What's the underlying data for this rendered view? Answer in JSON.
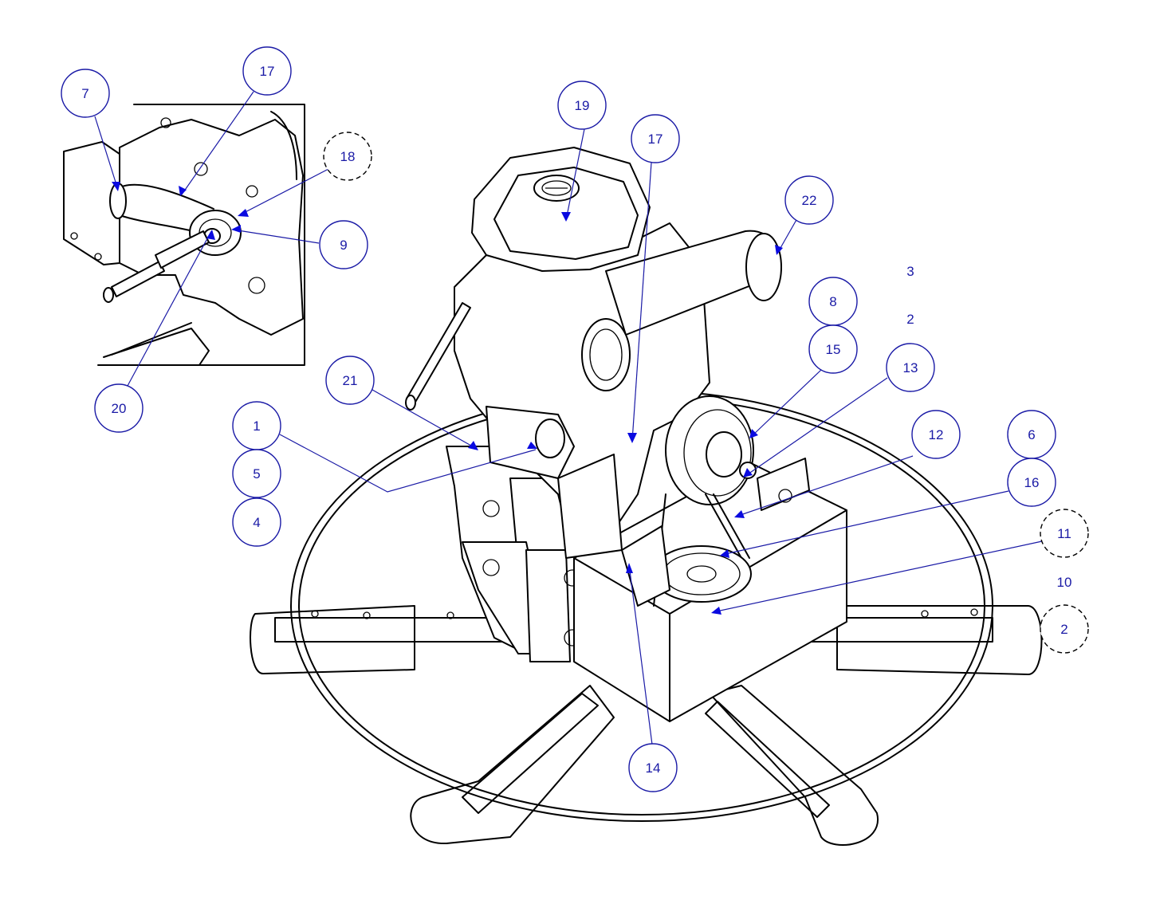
{
  "colors": {
    "callout": "#1a1aa6",
    "arrow": "#0a0ae0",
    "line": "#000000",
    "background": "#ffffff"
  },
  "callouts": [
    {
      "id": "c7",
      "label": "7",
      "style": "solid"
    },
    {
      "id": "c17a",
      "label": "17",
      "style": "solid"
    },
    {
      "id": "c18",
      "label": "18",
      "style": "dashed"
    },
    {
      "id": "c9",
      "label": "9",
      "style": "solid"
    },
    {
      "id": "c20",
      "label": "20",
      "style": "solid"
    },
    {
      "id": "c19",
      "label": "19",
      "style": "solid"
    },
    {
      "id": "c17b",
      "label": "17",
      "style": "solid"
    },
    {
      "id": "c22",
      "label": "22",
      "style": "solid"
    },
    {
      "id": "c3",
      "label": "3",
      "style": "none"
    },
    {
      "id": "c2a",
      "label": "2",
      "style": "none"
    },
    {
      "id": "c8",
      "label": "8",
      "style": "solid"
    },
    {
      "id": "c15",
      "label": "15",
      "style": "solid"
    },
    {
      "id": "c13",
      "label": "13",
      "style": "solid"
    },
    {
      "id": "c21",
      "label": "21",
      "style": "solid"
    },
    {
      "id": "c1",
      "label": "1",
      "style": "solid"
    },
    {
      "id": "c5",
      "label": "5",
      "style": "solid"
    },
    {
      "id": "c4",
      "label": "4",
      "style": "solid"
    },
    {
      "id": "c12",
      "label": "12",
      "style": "solid"
    },
    {
      "id": "c6",
      "label": "6",
      "style": "solid"
    },
    {
      "id": "c16",
      "label": "16",
      "style": "solid"
    },
    {
      "id": "c11",
      "label": "11",
      "style": "dashed"
    },
    {
      "id": "c10",
      "label": "10",
      "style": "none"
    },
    {
      "id": "c2b",
      "label": "2",
      "style": "dashed"
    },
    {
      "id": "c14",
      "label": "14",
      "style": "solid"
    }
  ]
}
